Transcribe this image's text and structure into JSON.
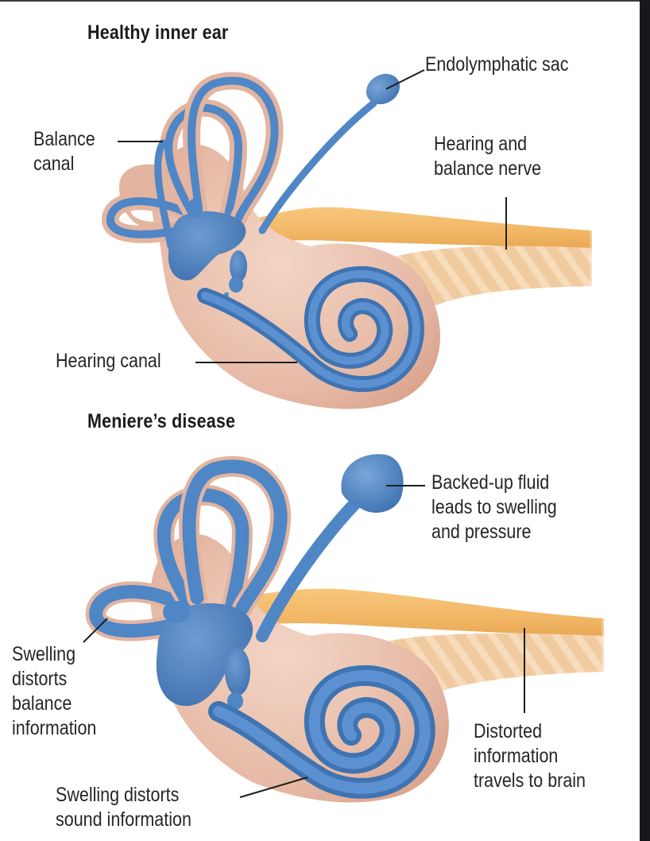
{
  "colors": {
    "fluid_blue": "#4f86c6",
    "fluid_blue_dark": "#3b6ea9",
    "fluid_blue_light": "#7aa6d9",
    "bone_pink": "#e3b4a0",
    "bone_pink_light": "#f0cfc0",
    "nerve_orange": "#f2b766",
    "nerve_tan": "#f0c896",
    "leader_line": "#1e1e1e",
    "frame_dark": "#16181c"
  },
  "panels": [
    {
      "id": "healthy",
      "title": "Healthy inner ear",
      "labels": [
        {
          "id": "endolymphatic-sac",
          "lines": [
            "Endolymphatic sac"
          ]
        },
        {
          "id": "balance-canal",
          "lines": [
            "Balance",
            "canal"
          ]
        },
        {
          "id": "hearing-balance-nerve",
          "lines": [
            "Hearing and",
            "balance nerve"
          ]
        },
        {
          "id": "hearing-canal",
          "lines": [
            "Hearing canal"
          ]
        }
      ]
    },
    {
      "id": "menieres",
      "title": "Meniere’s disease",
      "labels": [
        {
          "id": "backed-up-fluid",
          "lines": [
            "Backed-up fluid",
            "leads to swelling",
            "and pressure"
          ]
        },
        {
          "id": "swelling-balance",
          "lines": [
            "Swelling",
            "distorts",
            "balance",
            "information"
          ]
        },
        {
          "id": "distorted-information",
          "lines": [
            "Distorted",
            "information",
            "travels to brain"
          ]
        },
        {
          "id": "swelling-sound",
          "lines": [
            "Swelling distorts",
            "sound information"
          ]
        }
      ]
    }
  ]
}
